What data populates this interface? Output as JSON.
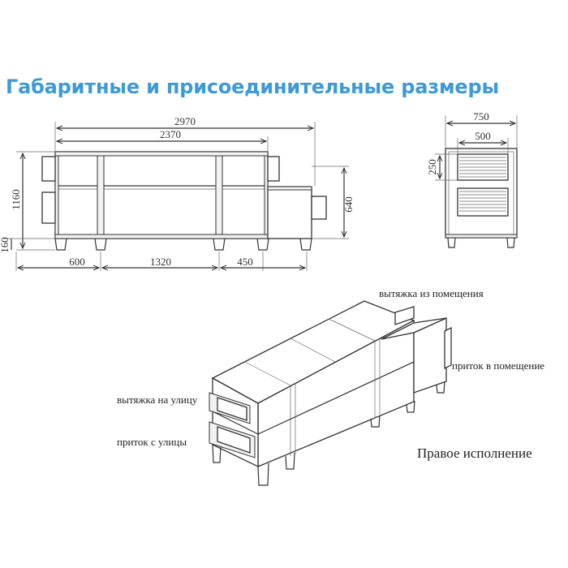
{
  "title": "Габаритные и присоединительные размеры",
  "dimensions": {
    "total_length": "2970",
    "body_length": "2370",
    "height": "1160",
    "leg_height": "160",
    "side_module_height": "640",
    "offset_600": "600",
    "offset_1320": "1320",
    "offset_450": "450",
    "width": "750",
    "inner_width": "500",
    "grille_height": "250"
  },
  "labels": {
    "exhaust_from_room": "вытяжка из помещения",
    "supply_to_room": "приток в помещение",
    "exhaust_outside": "вытяжка на улицу",
    "supply_from_outside": "приток с улицы",
    "caption": "Правое исполнение"
  }
}
